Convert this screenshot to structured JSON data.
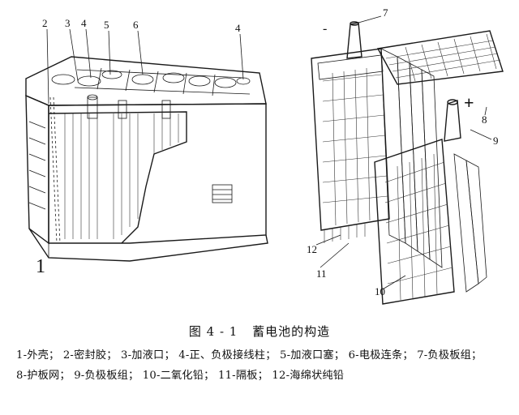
{
  "figure": {
    "callouts": {
      "n2": "2",
      "n3": "3",
      "n4a": "4",
      "n5": "5",
      "n6": "6",
      "n4b": "4",
      "n7": "7",
      "n8": "8",
      "n9": "9",
      "n10": "10",
      "n11": "11",
      "n12": "12",
      "fig1_mark": "1"
    },
    "neg_sign": "-",
    "pos_sign": "+"
  },
  "caption": {
    "number": "图 4 - 1",
    "title": "蓄电池的构造"
  },
  "legend": {
    "items": [
      "1-外壳；",
      "2-密封胶；",
      "3-加液口；",
      "4-正、负极接线柱；",
      "5-加液口塞；",
      "6-电极连条；",
      "7-负极板组；",
      "8-护板网；",
      "9-负极板组；",
      "10-二氧化铅；",
      "11-隔板；",
      "12-海绵状纯铅"
    ]
  }
}
